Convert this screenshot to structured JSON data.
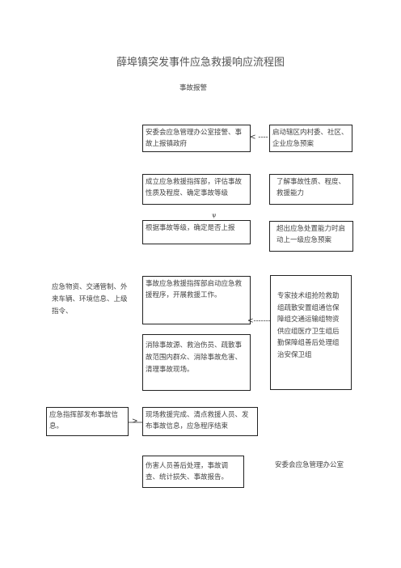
{
  "title": "薛埠镇突发事件应急救援响应流程图",
  "start_label": "事故报警",
  "nodes": {
    "report": "安委会应急管理办公室接警、事故上报镇政府",
    "start_plan": "启动辖区内村委、社区、企业应急预案",
    "hq": "成立应急救援指挥部，评估事故性质及程度、确定事故等级",
    "understand": "了解事故性质、程度、救援能力",
    "grade": "根据事故等级，确定是否上报",
    "escalate": "超出应急处置能力时启动上一级应急预案",
    "launch": "事故应急救援指挥部启动应急救援程序，开展救援工作。",
    "resources": "应急物资、交通管制、外来车辆、环境信息、上级指令、",
    "teams": "专家技术组抢险救助组疏散安置组通信保障组交通运输组物资供应组医疗卫生组后勤保障组善后处理组治安保卫组",
    "actions": "消除事故源、救治伤员、疏散事故范围内群众、消除事故危害、清理事故现场。",
    "announce": "应急指挥部发布事故信息。",
    "finish": "现场救援完成、清点救援人员、发布事故信息，应急程序结束",
    "aftermath": "伤害人员善后处理，事故调查、统计损失、事故报告。",
    "office": "安委会应急管理办公室"
  },
  "connectors": {
    "arrow_left_1": "< ----",
    "arrow_left_2": "<-------",
    "arrow_right": ">",
    "small_mark": "ψ"
  }
}
